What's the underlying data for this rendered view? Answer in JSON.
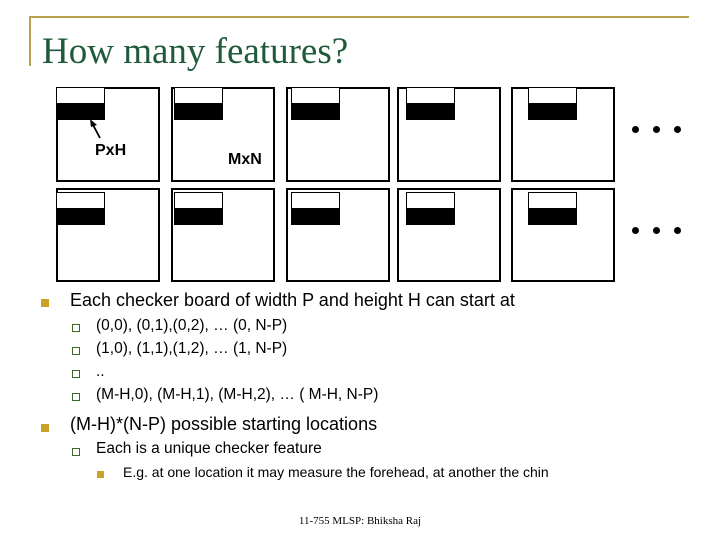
{
  "slide": {
    "title": "How many features?",
    "footer": "11-755 MLSP: Bhiksha Raj"
  },
  "diagram": {
    "label_window": "PxH",
    "label_board": "MxN",
    "row1_boards": 5,
    "row2_boards": 5,
    "continuation": "..."
  },
  "bullets": [
    {
      "text": "Each checker board of width P and height H can start at",
      "sub": [
        "(0,0),  (0,1),(0,2), …  (0, N-P)",
        "(1,0),  (1,1),(1,2), …  (1, N-P)",
        "..",
        "(M-H,0), (M-H,1), (M-H,2), … ( M-H, N-P)"
      ]
    },
    {
      "text": "(M-H)*(N-P) possible starting locations",
      "sub": [
        "Each is a unique checker feature"
      ],
      "subsub": [
        "E.g. at one location it may measure the forehead, at another the chin"
      ]
    }
  ],
  "colors": {
    "title": "#1f5a3a",
    "accent_rule": "#b8a34a",
    "bullet_level1": "#c9a227",
    "bullet_level2": "#3c6a2a"
  }
}
